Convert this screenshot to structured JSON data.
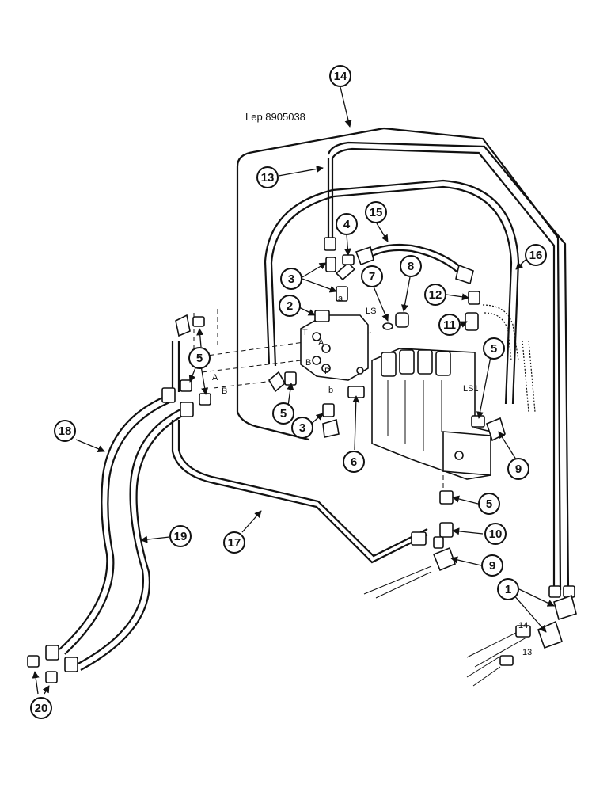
{
  "reference": "Lep 8905038",
  "callouts": [
    "1",
    "2",
    "3",
    "3",
    "4",
    "5",
    "5",
    "5",
    "5",
    "6",
    "7",
    "8",
    "9",
    "9",
    "10",
    "11",
    "12",
    "13",
    "14",
    "15",
    "16",
    "17",
    "18",
    "19",
    "20"
  ],
  "port_labels": {
    "a": "a",
    "ls": "LS",
    "t": "T",
    "a_upper": "A",
    "b_upper": "B",
    "p": "P",
    "b": "b",
    "line_a": "A",
    "line_b": "B",
    "ls1": "LS1",
    "hose_14": "14",
    "hose_13": "13"
  }
}
